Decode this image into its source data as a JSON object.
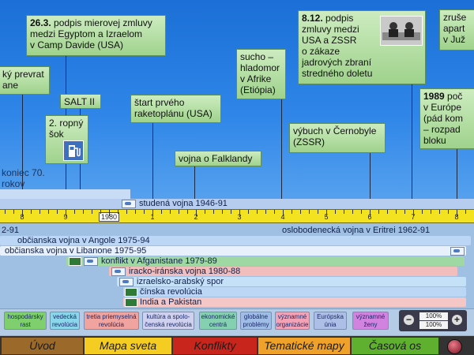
{
  "events": {
    "prevrat_line1": "ký prevrat",
    "prevrat_line2": "ane",
    "camp_david_date": "26.3.",
    "camp_david_l1": " podpis mierovej zmluvy",
    "camp_david_l2": "medzi Egyptom a Izraelom",
    "camp_david_l3": "v Camp Davide (USA)",
    "salt": "SALT II",
    "ropny_l1": "2. ropný",
    "ropny_l2": "šok",
    "koniec": "koniec 70. rokov",
    "raketoplan_l1": "štart prvého",
    "raketoplan_l2": "raketoplánu (USA)",
    "sucho_l1": "sucho –",
    "sucho_l2": "hladomor",
    "sucho_l3": "v Afrike",
    "sucho_l4": "(Etiópia)",
    "inf_date": "8.12.",
    "inf_l1": " podpis",
    "inf_l2": "zmluvy medzi",
    "inf_l3": "USA a ZSSR",
    "inf_l4": "o zákaze",
    "inf_l5": "jadrových zbraní",
    "inf_l6": "stredného doletu",
    "zrus_l1": "zruše",
    "zrus_l2": "apart",
    "zrus_l3": "v Juž",
    "falklandy": "vojna o Falklandy",
    "cernobyl_l1": "výbuch v Černobyle",
    "cernobyl_l2": "(ZSSR)",
    "e1989_date": "1989",
    "e1989_l0": " poč",
    "e1989_l1": "v Európe",
    "e1989_l2": "(pád kom",
    "e1989_l3": "– rozpad",
    "e1989_l4": " bloku",
    "studena": "studená vojna 1946-91"
  },
  "ruler": {
    "labels": [
      "8",
      "9",
      "1980",
      "1",
      "2",
      "3",
      "4",
      "5",
      "6",
      "7",
      "8"
    ],
    "highlight": "1980"
  },
  "conflicts": {
    "row0_left": "2-91",
    "row0_right": "oslobodenecká vojna v Eritrei 1962-91",
    "angola": "občianska vojna v Angole 1975-94",
    "libanon": "občianska vojna v Libanone 1975-95",
    "afganistan": "konflikt v Afganistane 1979-89",
    "iran_irak": "iracko-iránska vojna 1980-88",
    "izrael": "izraelsko-arabský spor",
    "cina": "čínska revolúcia",
    "india": "India a Pakistan"
  },
  "filters": [
    {
      "l1": "hospodársky",
      "l2": "rast",
      "color": "#7fcf6e"
    },
    {
      "l1": "vedecká",
      "l2": "revolúcia",
      "color": "#8ad6ea"
    },
    {
      "l1": "tretia priemyselná",
      "l2": "revolúcia",
      "color": "#f1a3a0"
    },
    {
      "l1": "kultúra a spolo-",
      "l2": "čenská revolúcia",
      "color": "#cfd1ee"
    },
    {
      "l1": "ekonomické",
      "l2": "centrá",
      "color": "#86d0b2"
    },
    {
      "l1": "globálne",
      "l2": "problémy",
      "color": "#9fbde6"
    },
    {
      "l1": "významné",
      "l2": "organizácie",
      "color": "#f3a3b5"
    },
    {
      "l1": "Európska",
      "l2": "únia",
      "color": "#aebfe7"
    },
    {
      "l1": "významné",
      "l2": "ženy",
      "color": "#d283e0"
    }
  ],
  "zoom": {
    "minus": "−",
    "plus": "+",
    "value1": "100%",
    "value2": "100%"
  },
  "nav": {
    "uvod": "Úvod",
    "mapa": "Mapa sveta",
    "konflikty": "Konflikty",
    "tematicke": "Tematické mapy",
    "casova": "Časová os"
  },
  "colors": {
    "uvod": "#9b6a2a",
    "mapa": "#f5cc22",
    "konflikty": "#c8261c",
    "tematicke": "#efa12a",
    "casova": "#60b030"
  }
}
